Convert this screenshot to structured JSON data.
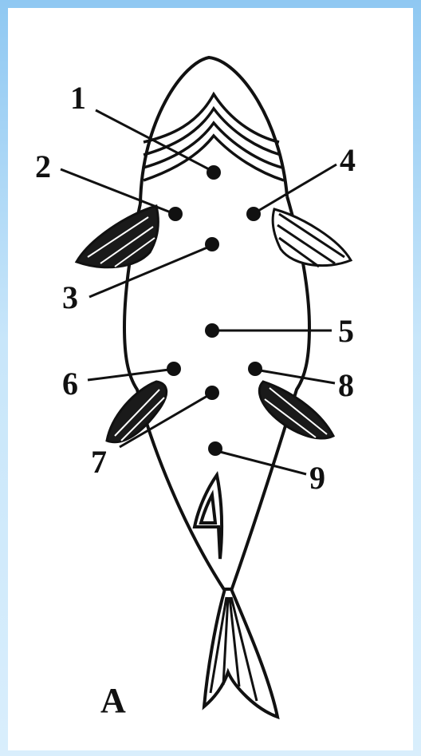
{
  "diagram": {
    "labels": [
      "1",
      "2",
      "3",
      "4",
      "5",
      "6",
      "7",
      "8",
      "9"
    ],
    "panel_letter": "A"
  }
}
